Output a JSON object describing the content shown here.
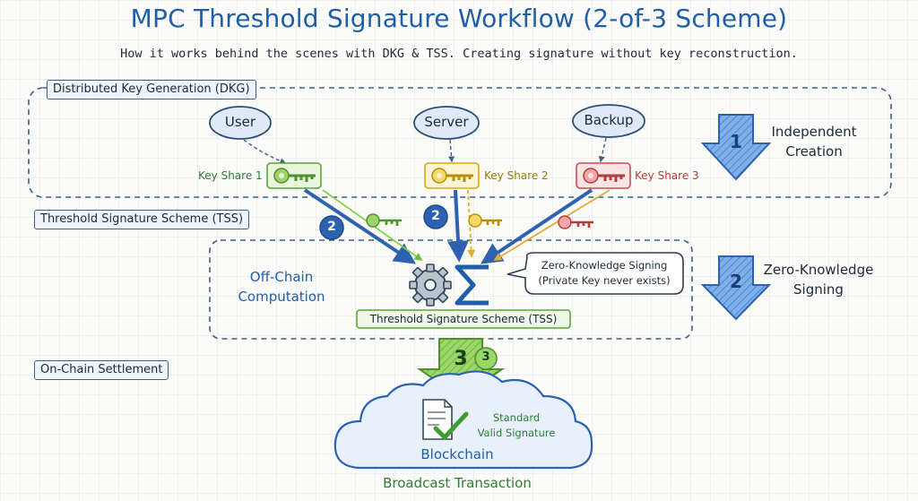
{
  "header": {
    "title": "MPC Threshold Signature Workflow (2-of-3 Scheme)",
    "subtitle": "How it works behind the scenes with DKG & TSS. Creating signature without key reconstruction."
  },
  "sections": {
    "dkg": "Distributed Key Generation (DKG)",
    "tss": "Threshold Signature Scheme (TSS)",
    "onchain": "On-Chain Settlement"
  },
  "parties": {
    "user": "User",
    "server": "Server",
    "backup": "Backup"
  },
  "key_shares": {
    "share1": "Key Share 1",
    "share2": "Key Share 2",
    "share3": "Key Share 3"
  },
  "steps": {
    "step1": {
      "number": "1",
      "label_line1": "Independent",
      "label_line2": "Creation"
    },
    "step2": {
      "number": "2",
      "label_line1": "Zero-Knowledge",
      "label_line2": "Signing"
    },
    "step3": {
      "number": "3"
    }
  },
  "offchain": {
    "label_line1": "Off-Chain",
    "label_line2": "Computation",
    "tss_box": "Threshold Signature Scheme (TSS)",
    "bubble_line1": "Zero-Knowledge Signing",
    "bubble_line2": "(Private Key never exists)"
  },
  "blockchain": {
    "doc_line1": "Standard",
    "doc_line2": "Valid Signature",
    "name": "Blockchain",
    "caption": "Broadcast Transaction"
  },
  "colors": {
    "title_blue": "#1f5fa8",
    "key_green": "#9ed36a",
    "key_gold": "#f5d76e",
    "key_red": "#f2a6a6",
    "arrow_blue": "#2c62b0",
    "arrow_green": "#8bd04c"
  }
}
